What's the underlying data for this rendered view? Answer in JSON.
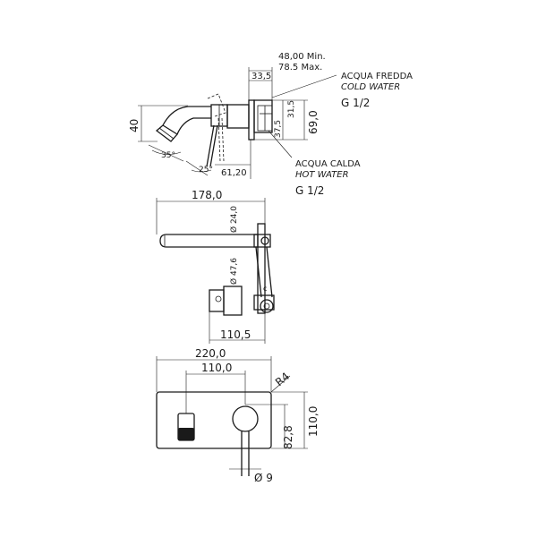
{
  "top_view": {
    "dims": {
      "min_depth": "48,00 Min.",
      "max_depth": "78.5 Max.",
      "d33": "33,5",
      "d31": "31,5",
      "d37": "37,5",
      "d69": "69,0",
      "d40": "40",
      "a35": "35°",
      "a25": "25°",
      "d61": "61,20"
    },
    "cold": {
      "it": "ACQUA FREDDA",
      "en": "COLD WATER",
      "size": "G 1/2"
    },
    "hot": {
      "it": "ACQUA CALDA",
      "en": "HOT WATER",
      "size": "G 1/2"
    }
  },
  "side_view": {
    "d178": "178,0",
    "d24": "Ø 24,0",
    "d47": "Ø 47,6",
    "d110_5": "110,5"
  },
  "front_view": {
    "d220": "220,0",
    "d110": "110,0",
    "r4": "R4",
    "h110": "110,0",
    "h82": "82,8",
    "d9": "Ø 9"
  }
}
